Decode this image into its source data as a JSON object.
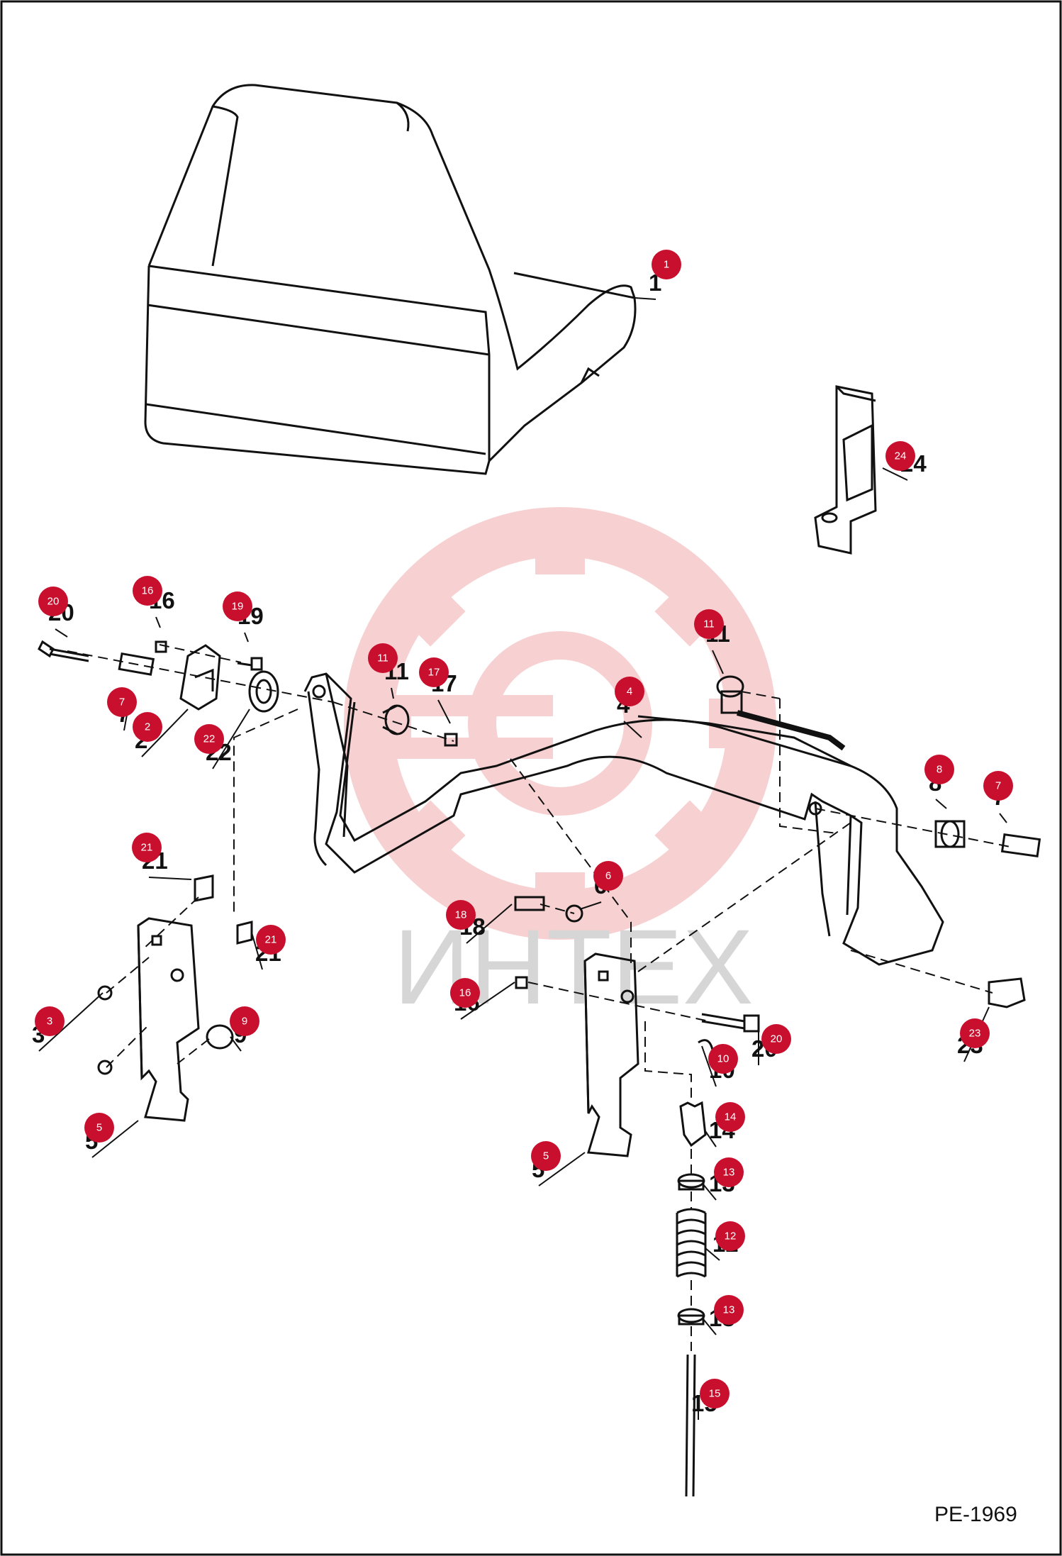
{
  "diagram": {
    "drawing_ref": "PE-1969",
    "watermark_text": "ИНТЕХ",
    "colors": {
      "badge": "#c8102e",
      "line": "#111111",
      "watermark_gear": "#f6c9c9"
    },
    "callouts": [
      {
        "n": "1",
        "label": "1"
      },
      {
        "n": "24",
        "label": "24"
      },
      {
        "n": "20",
        "label": "20"
      },
      {
        "n": "16",
        "label": "16"
      },
      {
        "n": "19",
        "label": "19"
      },
      {
        "n": "11",
        "label": "11"
      },
      {
        "n": "17",
        "label": "17"
      },
      {
        "n": "11",
        "label": "11"
      },
      {
        "n": "4",
        "label": "4"
      },
      {
        "n": "7",
        "label": "7"
      },
      {
        "n": "2",
        "label": "2"
      },
      {
        "n": "22",
        "label": "22"
      },
      {
        "n": "8",
        "label": "8"
      },
      {
        "n": "7",
        "label": "7"
      },
      {
        "n": "21",
        "label": "21"
      },
      {
        "n": "6",
        "label": "6"
      },
      {
        "n": "18",
        "label": "18"
      },
      {
        "n": "21",
        "label": "21"
      },
      {
        "n": "3",
        "label": "3"
      },
      {
        "n": "16",
        "label": "16"
      },
      {
        "n": "9",
        "label": "9"
      },
      {
        "n": "20",
        "label": "20"
      },
      {
        "n": "23",
        "label": "23"
      },
      {
        "n": "10",
        "label": "10"
      },
      {
        "n": "5",
        "label": "5"
      },
      {
        "n": "14",
        "label": "14"
      },
      {
        "n": "5",
        "label": "5"
      },
      {
        "n": "13",
        "label": "13"
      },
      {
        "n": "12",
        "label": "12"
      },
      {
        "n": "13",
        "label": "13"
      },
      {
        "n": "15",
        "label": "15"
      }
    ]
  }
}
